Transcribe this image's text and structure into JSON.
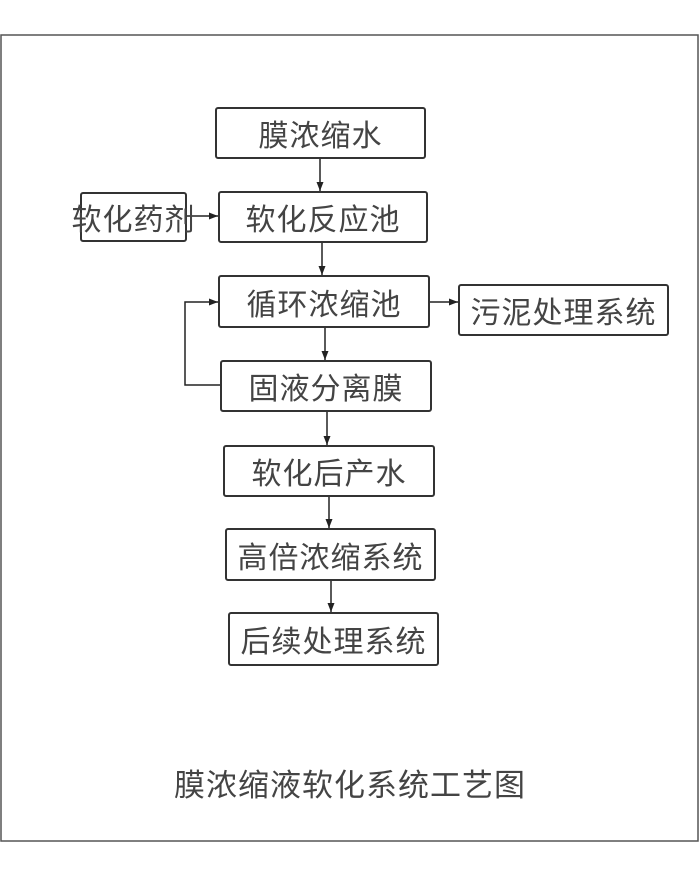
{
  "diagram": {
    "title": "膜浓缩液软化系统工艺图",
    "nodes": {
      "feed": "膜浓缩水",
      "reagent": "软化药剂",
      "reactor": "软化反应池",
      "circ": "循环浓缩池",
      "sludge": "污泥处理系统",
      "membrane": "固液分离膜",
      "product": "软化后产水",
      "hiconc": "高倍浓缩系统",
      "post": "后续处理系统"
    }
  }
}
